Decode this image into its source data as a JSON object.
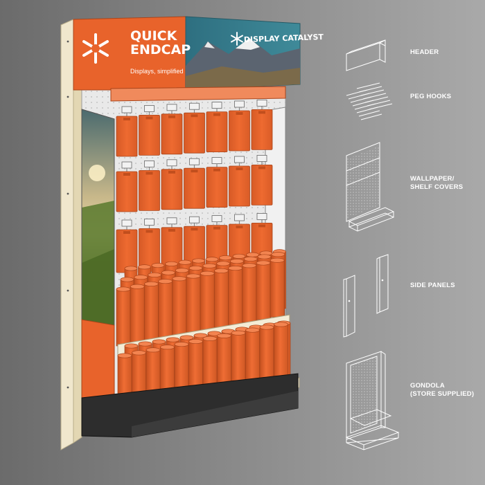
{
  "header": {
    "brand_line1": "QUICK",
    "brand_line2": "ENDCAP",
    "tagline": "Displays, simplified",
    "company": "DISPLAY CATALYST"
  },
  "legend": {
    "header": "HEADER",
    "peg_hooks": "PEG HOOKS",
    "wallpaper_line1": "WALLPAPER/",
    "wallpaper_line2": "SHELF COVERS",
    "side_panels": "SIDE PANELS",
    "gondola_line1": "GONDOLA",
    "gondola_line2": "(STORE SUPPLIED)"
  },
  "colors": {
    "orange": "#e8632b",
    "orange_dark": "#c44f1f",
    "cream": "#efe6cc",
    "teal_sky": "#3d7f8c",
    "base": "#2b2b2b",
    "line_art": "#ffffff"
  }
}
